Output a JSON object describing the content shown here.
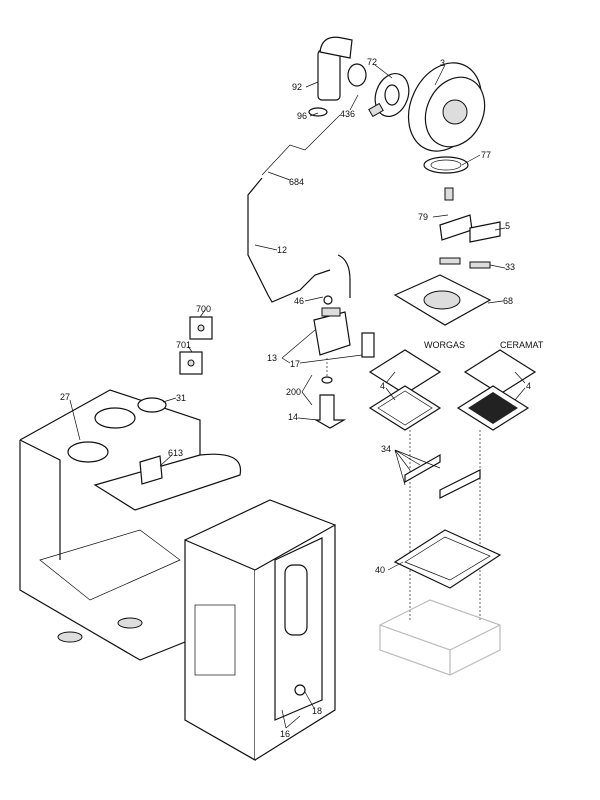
{
  "callouts": {
    "p92": "92",
    "p72": "72",
    "p3": "3",
    "p96": "96",
    "p436": "436",
    "p77": "77",
    "p684": "684",
    "p79": "79",
    "p5": "5",
    "p12": "12",
    "p33": "33",
    "p46": "46",
    "p68": "68",
    "p700": "700",
    "p701": "701",
    "p13": "13",
    "p17": "17",
    "p4a": "4",
    "p4b": "4",
    "p200": "200",
    "p14": "14",
    "p27": "27",
    "p31": "31",
    "p613": "613",
    "p34": "34",
    "p40": "40",
    "p18": "18",
    "p16": "16"
  },
  "variants": {
    "worgas": "WORGAS",
    "ceramat": "CERAMAT"
  }
}
